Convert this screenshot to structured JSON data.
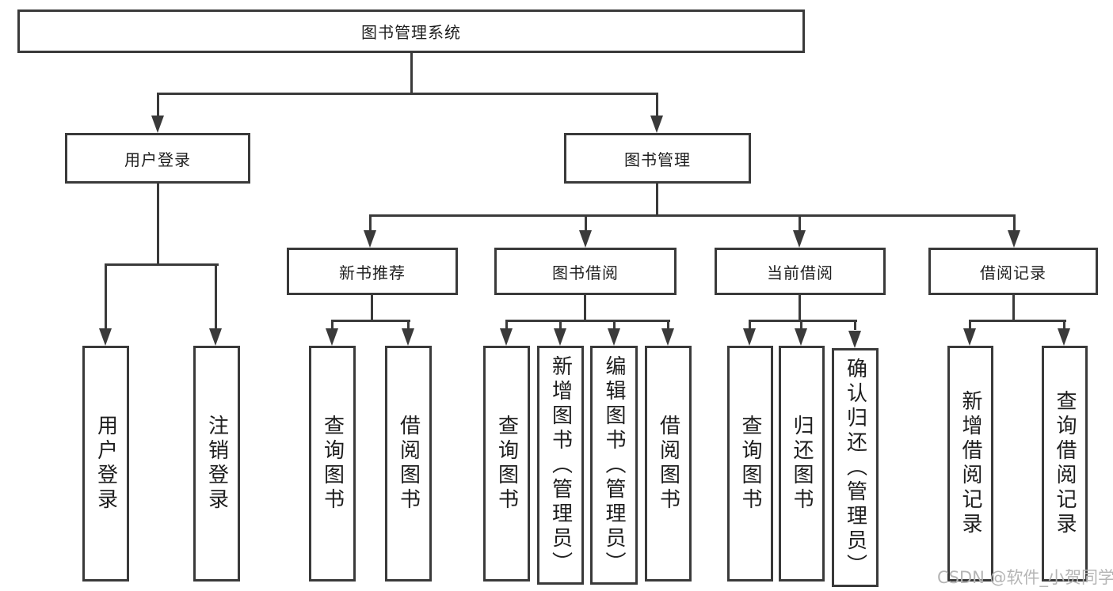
{
  "diagram": {
    "title_node": {
      "label": "图书管理系统"
    },
    "level2": [
      {
        "label": "用户登录"
      },
      {
        "label": "图书管理"
      }
    ],
    "level3": [
      {
        "label": "新书推荐",
        "parent": "图书管理"
      },
      {
        "label": "图书借阅",
        "parent": "图书管理"
      },
      {
        "label": "当前借阅",
        "parent": "图书管理"
      },
      {
        "label": "借阅记录",
        "parent": "图书管理"
      }
    ],
    "leaves": [
      {
        "label": "用户登录",
        "parent": "用户登录"
      },
      {
        "label": "注销登录",
        "parent": "用户登录"
      },
      {
        "label": "查询图书",
        "parent": "新书推荐"
      },
      {
        "label": "借阅图书",
        "parent": "新书推荐"
      },
      {
        "label": "查询图书",
        "parent": "图书借阅"
      },
      {
        "label": "新增图书（管理员）",
        "parent": "图书借阅"
      },
      {
        "label": "编辑图书（管理员）",
        "parent": "图书借阅"
      },
      {
        "label": "借阅图书",
        "parent": "图书借阅"
      },
      {
        "label": "查询图书",
        "parent": "当前借阅"
      },
      {
        "label": "归还图书",
        "parent": "当前借阅"
      },
      {
        "label": "确认归还（管理员）",
        "parent": "当前借阅"
      },
      {
        "label": "新增借阅记录",
        "parent": "借阅记录"
      },
      {
        "label": "查询借阅记录",
        "parent": "借阅记录"
      }
    ],
    "colors": {
      "line": "#3a3a3a",
      "text": "#1e1e1e",
      "background": "#ffffff",
      "watermark": "#b5b5b5"
    }
  },
  "watermark": {
    "text": "CSDN @软件_小贺同学"
  }
}
